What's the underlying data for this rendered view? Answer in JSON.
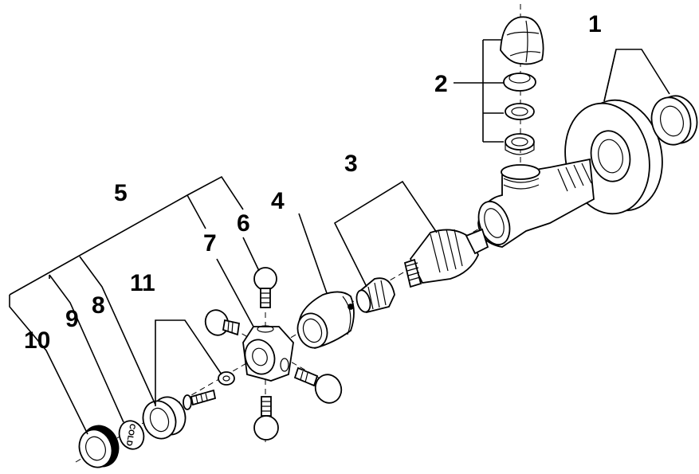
{
  "diagram": {
    "callouts": [
      {
        "id": "1",
        "text": "1"
      },
      {
        "id": "2",
        "text": "2"
      },
      {
        "id": "3",
        "text": "3"
      },
      {
        "id": "4",
        "text": "4"
      },
      {
        "id": "5",
        "text": "5"
      },
      {
        "id": "6",
        "text": "6"
      },
      {
        "id": "7",
        "text": "7"
      },
      {
        "id": "8",
        "text": "8"
      },
      {
        "id": "9",
        "text": "9"
      },
      {
        "id": "10",
        "text": "10"
      },
      {
        "id": "11",
        "text": "11"
      }
    ],
    "embossed_text": "COLD"
  }
}
